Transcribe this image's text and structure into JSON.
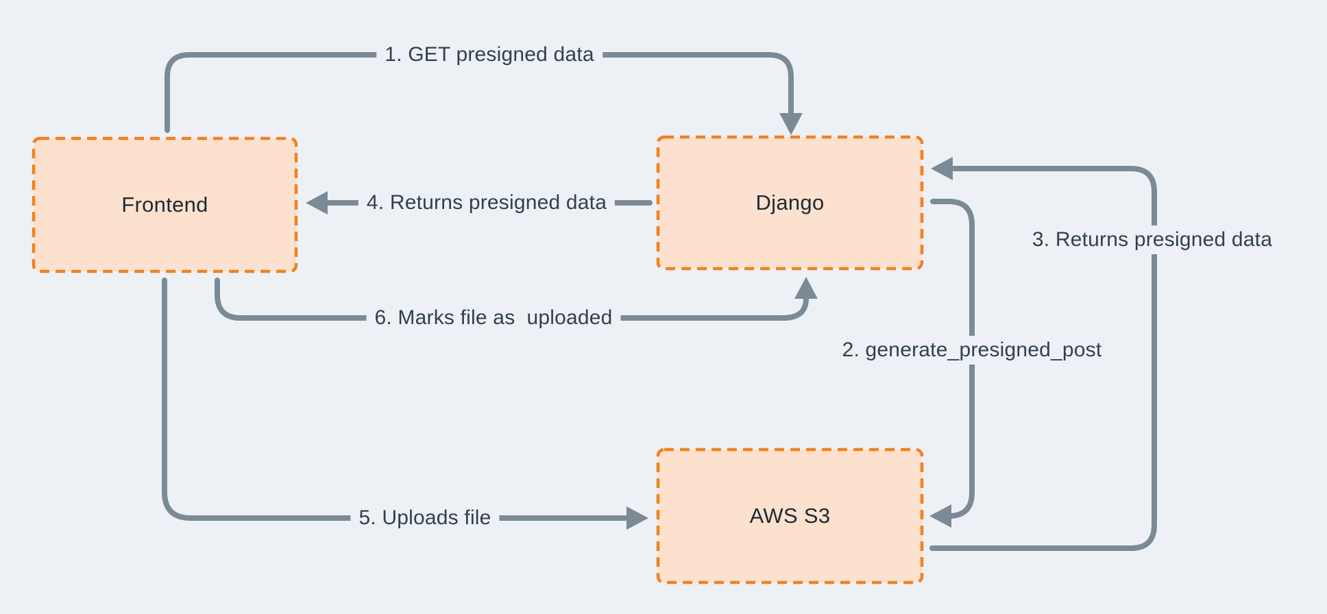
{
  "diagram": {
    "title_hint": "Presigned upload flow",
    "background_color": "#edf1f5",
    "node_fill_color": "#fce1ce",
    "node_border_color": "#f18122",
    "edge_color": "#7b8a95",
    "node_text_color": "#1d2a35",
    "edge_text_color": "#31404d",
    "nodes": [
      {
        "id": "frontend",
        "label": "Frontend"
      },
      {
        "id": "django",
        "label": "Django"
      },
      {
        "id": "aws-s3",
        "label": "AWS S3"
      }
    ],
    "edges": [
      {
        "step": "1",
        "label": "1. GET presigned data",
        "from": "Frontend",
        "to": "Django"
      },
      {
        "step": "2",
        "label": "2. generate_presigned_post",
        "from": "Django",
        "to": "AWS S3"
      },
      {
        "step": "3",
        "label": "3. Returns presigned data",
        "from": "AWS S3",
        "to": "Django"
      },
      {
        "step": "4",
        "label": "4. Returns presigned data",
        "from": "Django",
        "to": "Frontend"
      },
      {
        "step": "5",
        "label": "5. Uploads file",
        "from": "Frontend",
        "to": "AWS S3"
      },
      {
        "step": "6",
        "label": "6. Marks file as  uploaded",
        "from": "Frontend",
        "to": "Django"
      }
    ]
  }
}
